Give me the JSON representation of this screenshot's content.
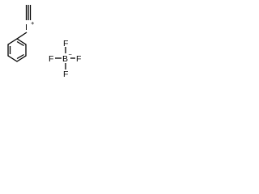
{
  "molecule": {
    "cation": {
      "iodine_symbol": "I",
      "iodine_charge": "+",
      "substituents": [
        "ethynyl",
        "phenyl"
      ]
    },
    "anion": {
      "center_symbol": "B",
      "center_charge": "−",
      "fluorines": [
        "F",
        "F",
        "F",
        "F"
      ]
    },
    "colors": {
      "ink": "#000000",
      "background": "#ffffff"
    }
  }
}
